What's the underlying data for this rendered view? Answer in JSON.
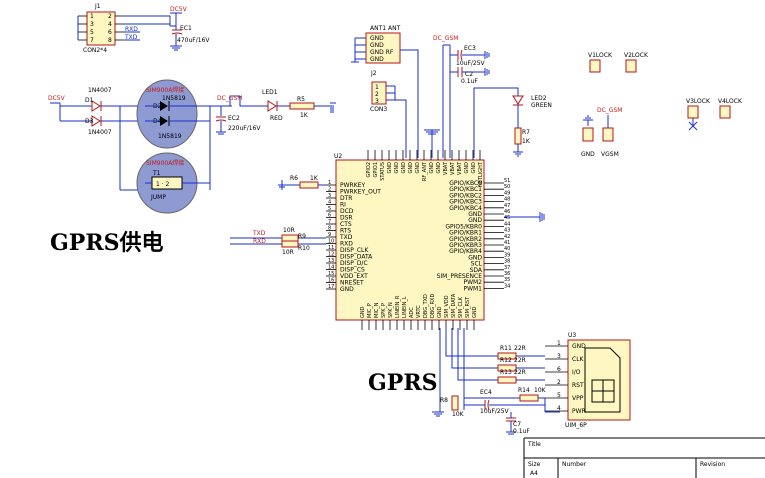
{
  "labels": {
    "gprs_power": "GPRS供电",
    "gprs": "GPRS",
    "u2": "U2",
    "u3": "U3",
    "u3_name": "UIM_6P",
    "j1": "J1",
    "j1_name": "CON2*4",
    "j2": "J2",
    "j2_name": "CON3",
    "ant1": "ANT1 ANT",
    "dc5v_top": "DC5V",
    "dc5v_left": "DC5V",
    "dc_gsm_1": "DC_GSM",
    "dc_gsm_2": "DC_GSM",
    "dc_gsm_3": "DC_GSM",
    "ec1": "EC1",
    "ec1_val": "470uF/16V",
    "ec2": "EC2",
    "ec2_val": "220uF/16V",
    "ec3": "EC3",
    "ec3_val": "10uF/25V",
    "ec4": "EC4",
    "ec4_val": "10uF/25V",
    "c2": "C2",
    "c2_val": "0.1uF",
    "c7": "C7",
    "c7_val": "0.1uF",
    "d1": "D1",
    "d2": "D2",
    "d3": "D3",
    "d4": "D4",
    "d_part_1": "1N4007",
    "d_part_2": "1N4007",
    "d_part_3": "1N5819",
    "d_part_4": "1N5819",
    "sim_note_1": "SIM900A焊接",
    "sim_note_2": "SIM900A焊接",
    "t1": "T1",
    "jump": "JUMP",
    "led1": "LED1",
    "led1_color": "RED",
    "led2": "LED2",
    "led2_color": "GREEN",
    "r5": "R5",
    "r5_val": "1K",
    "r6": "R6",
    "r6_val": "1K",
    "r7": "R7",
    "r7_val": "1K",
    "r8": "R8",
    "r9": "R9",
    "r10": "R10",
    "r9_val": "10R",
    "r10_val": "10R",
    "r11": "R11",
    "r12": "R12",
    "r13": "R13",
    "r14": "R14",
    "r_val_22r_1": "22R",
    "r_val_22r_2": "22R",
    "r_val_22r_3": "22R",
    "r14_val": "10K",
    "r8_val": "10K",
    "txd_1": "TXD",
    "rxd_1": "RXD",
    "txd_2": "TXD",
    "rxd_2": "RXD",
    "v1lock": "V1LOCK",
    "v2lock": "V2LOCK",
    "v3lock": "V3LOCK",
    "v4lock": "V4LOCK",
    "gnd_label": "GND",
    "vgsm_label": "VGSM",
    "title": "Title",
    "size": "Size",
    "size_val": "A4",
    "number": "Number",
    "revision": "Revision"
  },
  "ant1_pins": [
    "GND",
    "GND",
    "GND  RF",
    "GND"
  ],
  "u2_left_pins": [
    {
      "num": "1",
      "name": "PWRKEY"
    },
    {
      "num": "2",
      "name": "PWRKEY_OUT"
    },
    {
      "num": "3",
      "name": "DTR"
    },
    {
      "num": "4",
      "name": "RI"
    },
    {
      "num": "5",
      "name": "DCD"
    },
    {
      "num": "6",
      "name": "DSR"
    },
    {
      "num": "7",
      "name": "CTS"
    },
    {
      "num": "8",
      "name": "RTS"
    },
    {
      "num": "9",
      "name": "TXD"
    },
    {
      "num": "10",
      "name": "RXD"
    },
    {
      "num": "11",
      "name": "DISP_CLK"
    },
    {
      "num": "12",
      "name": "DISP_DATA"
    },
    {
      "num": "13",
      "name": "DISP_D/C"
    },
    {
      "num": "14",
      "name": "DISP_CS"
    },
    {
      "num": "15",
      "name": "VDD_EXT"
    },
    {
      "num": "16",
      "name": "NRESET"
    },
    {
      "num": "17",
      "name": "GND"
    }
  ],
  "u2_right_pins": [
    {
      "num": "51",
      "name": "GPIO/KBC0"
    },
    {
      "num": "50",
      "name": "GPIO/KBC1"
    },
    {
      "num": "49",
      "name": "GPIO/KBC2"
    },
    {
      "num": "48",
      "name": "GPIO/KBC3"
    },
    {
      "num": "47",
      "name": "GPIO/KBC4"
    },
    {
      "num": "46",
      "name": "GND"
    },
    {
      "num": "45",
      "name": "GND"
    },
    {
      "num": "44",
      "name": "GPIO5/KBR0"
    },
    {
      "num": "43",
      "name": "GPIO/KBR1"
    },
    {
      "num": "42",
      "name": "GPIO/KBR2"
    },
    {
      "num": "41",
      "name": "GPIO/KBR3"
    },
    {
      "num": "40",
      "name": "GPIO/KBR4"
    },
    {
      "num": "39",
      "name": "GND"
    },
    {
      "num": "38",
      "name": "SCL"
    },
    {
      "num": "37",
      "name": "SDA"
    },
    {
      "num": "36",
      "name": "SIM_PRESENCE"
    },
    {
      "num": "35",
      "name": "PWM2"
    },
    {
      "num": "34",
      "name": "PWM1"
    }
  ],
  "u2_top_pins": [
    "GPIO2",
    "GPIO1",
    "STATUS",
    "GND",
    "GND",
    "GND",
    "GND",
    "GND",
    "RF_ANT",
    "GND",
    "GND",
    "VBAT",
    "VBAT",
    "VBAT",
    "GND",
    "GND",
    "NETLIGHT"
  ],
  "u2_bottom_pins": [
    "GND",
    "MIC_P",
    "MIC_N",
    "SPK_P",
    "SPK_N",
    "LINEIN_R",
    "LINEIN_L",
    "ADC",
    "VRTC",
    "DBG_TXD",
    "DBG_RXD",
    "GND",
    "SIM_VDD",
    "SIM_DATA",
    "SIM_CLK",
    "SIM_RST",
    "GND"
  ],
  "u3_pins": [
    {
      "num": "1",
      "name": "GND"
    },
    {
      "num": "3",
      "name": "CLK"
    },
    {
      "num": "6",
      "name": "I/O"
    },
    {
      "num": "2",
      "name": "RST"
    },
    {
      "num": "5",
      "name": "VPP"
    },
    {
      "num": "4",
      "name": "PWR"
    }
  ],
  "j1_pins_left": [
    "1",
    "3",
    "5",
    "7"
  ],
  "j1_pins_right": [
    "2",
    "4",
    "6",
    "8"
  ],
  "j2_pins": [
    "1",
    "2",
    "3"
  ],
  "colors": {
    "wire": "#1a2fc9",
    "component": "#b0161b",
    "fill": "#fff7c2",
    "highlight": "#8e9ad2"
  }
}
